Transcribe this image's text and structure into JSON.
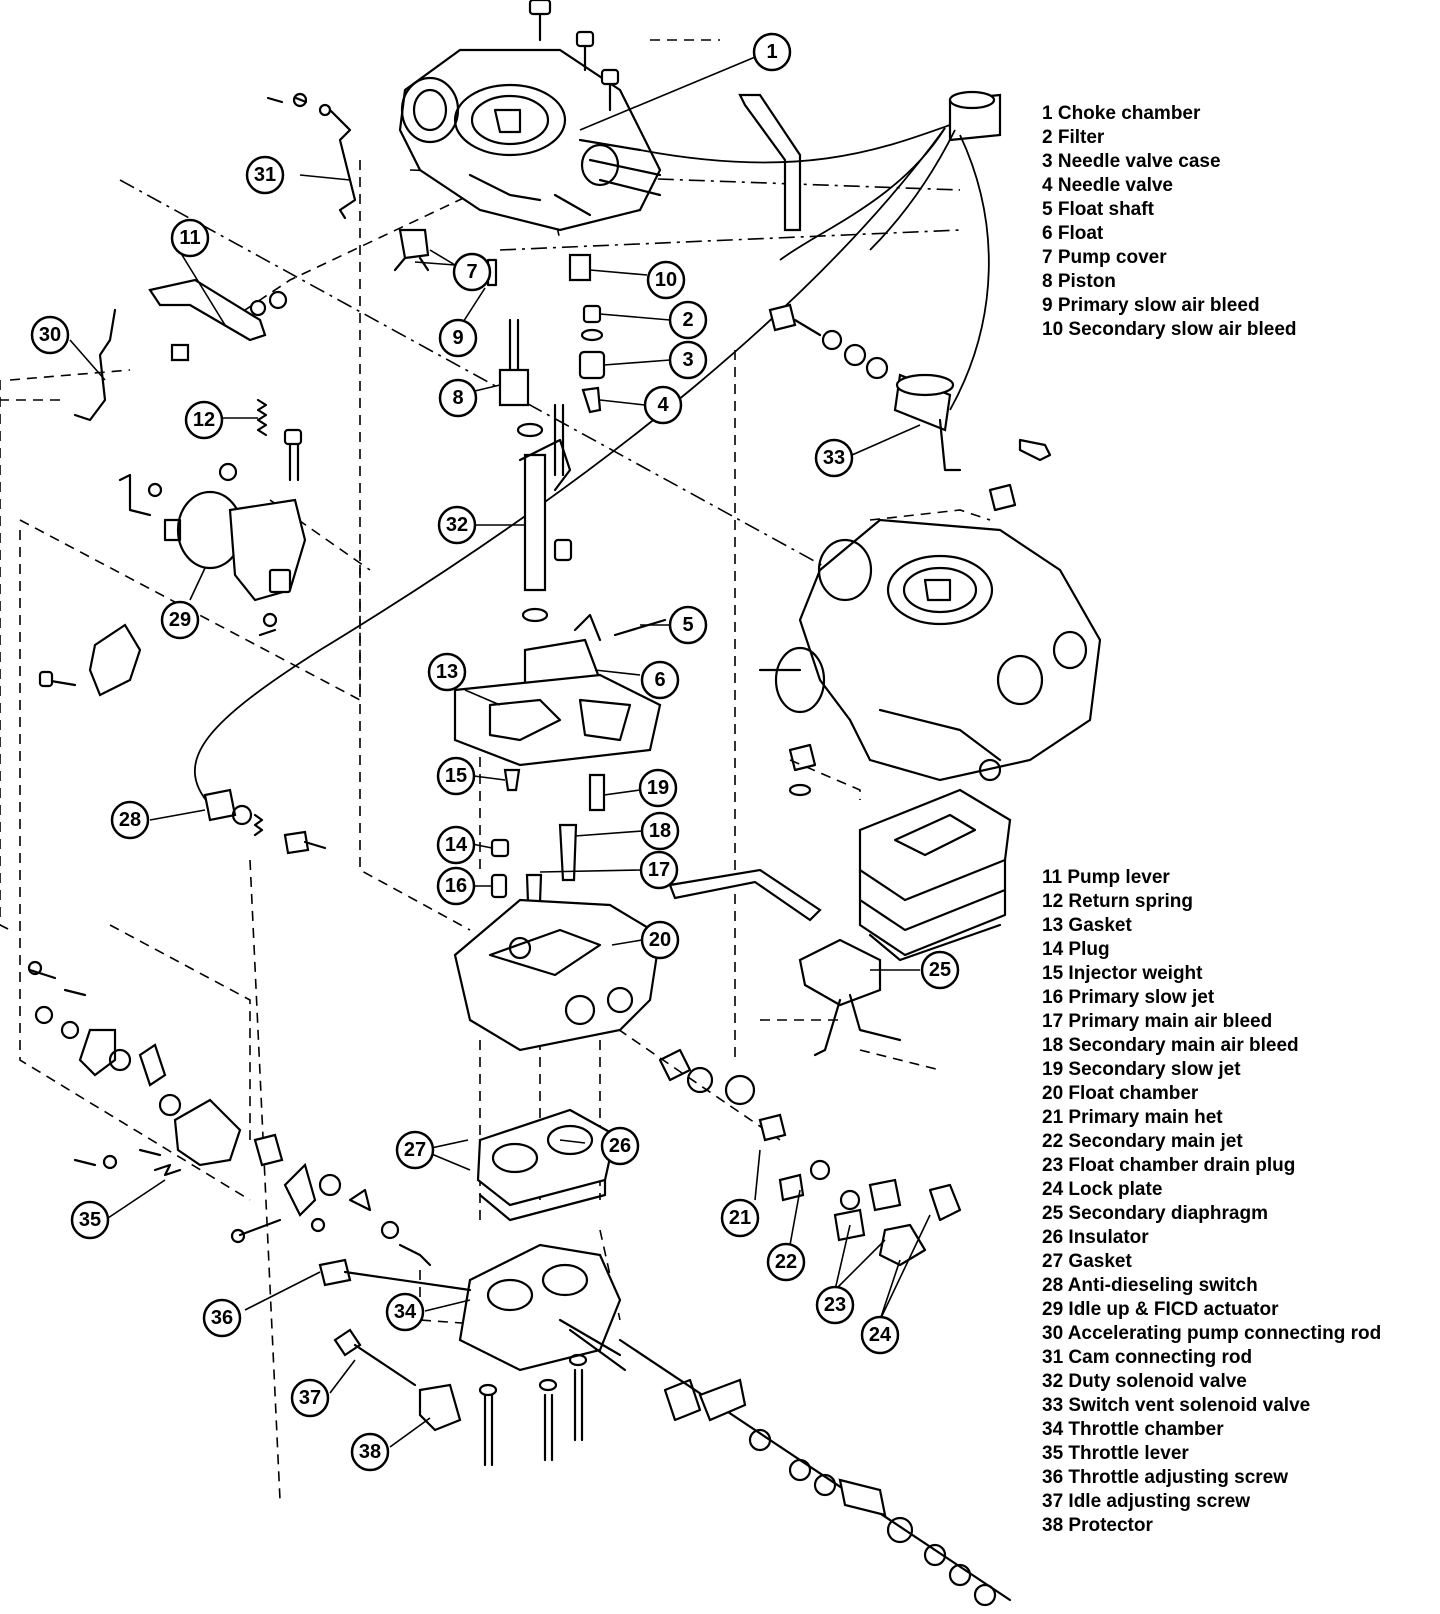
{
  "legend_top": [
    "1 Choke chamber",
    "2 Filter",
    "3 Needle valve case",
    "4 Needle valve",
    "5 Float shaft",
    "6 Float",
    "7 Pump cover",
    "8 Piston",
    "9 Primary slow air bleed",
    "10 Secondary slow air bleed"
  ],
  "legend_bottom": [
    "11 Pump lever",
    "12 Return spring",
    "13 Gasket",
    "14 Plug",
    "15 Injector weight",
    "16 Primary slow jet",
    "17 Primary main air bleed",
    "18 Secondary main air bleed",
    "19 Secondary slow jet",
    "20 Float chamber",
    "21 Primary main het",
    "22 Secondary main jet",
    "23 Float chamber drain plug",
    "24 Lock plate",
    "25 Secondary diaphragm",
    "26 Insulator",
    "27 Gasket",
    "28 Anti-dieseling switch",
    "29 Idle up & FICD actuator",
    "30 Accelerating pump connecting rod",
    "31 Cam connecting rod",
    "32 Duty solenoid valve",
    "33 Switch vent solenoid valve",
    "34 Throttle chamber",
    "35 Throttle lever",
    "36 Throttle adjusting screw",
    "37 Idle adjusting screw",
    "38 Protector"
  ],
  "callouts": [
    "1",
    "2",
    "3",
    "4",
    "5",
    "6",
    "7",
    "8",
    "9",
    "10",
    "11",
    "12",
    "13",
    "14",
    "15",
    "16",
    "17",
    "18",
    "19",
    "20",
    "21",
    "22",
    "23",
    "24",
    "25",
    "26",
    "27",
    "28",
    "29",
    "30",
    "31",
    "32",
    "33",
    "34",
    "35",
    "36",
    "37",
    "38"
  ]
}
